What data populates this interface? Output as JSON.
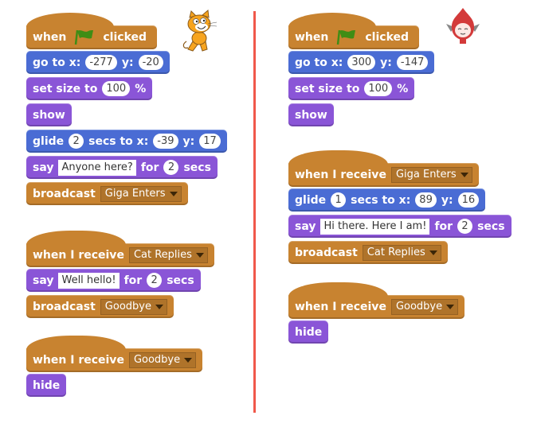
{
  "colors": {
    "events": "#c88330",
    "motion": "#4a6cd4",
    "looks": "#8a55d7",
    "divider": "#f0584a",
    "flag": "#3f8d15"
  },
  "left": {
    "sprite": "cat-sprite",
    "scripts": [
      {
        "hat": {
          "when": "when",
          "icon": "green-flag-icon",
          "clicked": "clicked"
        },
        "goto": {
          "label": "go to x:",
          "x": "-277",
          "ylabel": "y:",
          "y": "-20"
        },
        "setsize": {
          "label": "set size to",
          "value": "100",
          "unit": "%"
        },
        "show": "show",
        "glide": {
          "label": "glide",
          "secs": "2",
          "mid": "secs to x:",
          "x": "-39",
          "ylabel": "y:",
          "y": "17"
        },
        "say": {
          "label": "say",
          "text": "Anyone here?",
          "for": "for",
          "secs": "2",
          "unit": "secs"
        },
        "broadcast": {
          "label": "broadcast",
          "message": "Giga Enters"
        }
      },
      {
        "hat": {
          "label": "when I receive",
          "message": "Cat Replies"
        },
        "say": {
          "label": "say",
          "text": "Well hello!",
          "for": "for",
          "secs": "2",
          "unit": "secs"
        },
        "broadcast": {
          "label": "broadcast",
          "message": "Goodbye"
        }
      },
      {
        "hat": {
          "label": "when I receive",
          "message": "Goodbye"
        },
        "hide": "hide"
      }
    ]
  },
  "right": {
    "sprite": "giga-sprite",
    "scripts": [
      {
        "hat": {
          "when": "when",
          "icon": "green-flag-icon",
          "clicked": "clicked"
        },
        "goto": {
          "label": "go to x:",
          "x": "300",
          "ylabel": "y:",
          "y": "-147"
        },
        "setsize": {
          "label": "set size to",
          "value": "100",
          "unit": "%"
        },
        "show": "show"
      },
      {
        "hat": {
          "label": "when I receive",
          "message": "Giga Enters"
        },
        "glide": {
          "label": "glide",
          "secs": "1",
          "mid": "secs to x:",
          "x": "89",
          "ylabel": "y:",
          "y": "16"
        },
        "say": {
          "label": "say",
          "text": "Hi there. Here I am!",
          "for": "for",
          "secs": "2",
          "unit": "secs"
        },
        "broadcast": {
          "label": "broadcast",
          "message": "Cat Replies"
        }
      },
      {
        "hat": {
          "label": "when I receive",
          "message": "Goodbye"
        },
        "hide": "hide"
      }
    ]
  }
}
